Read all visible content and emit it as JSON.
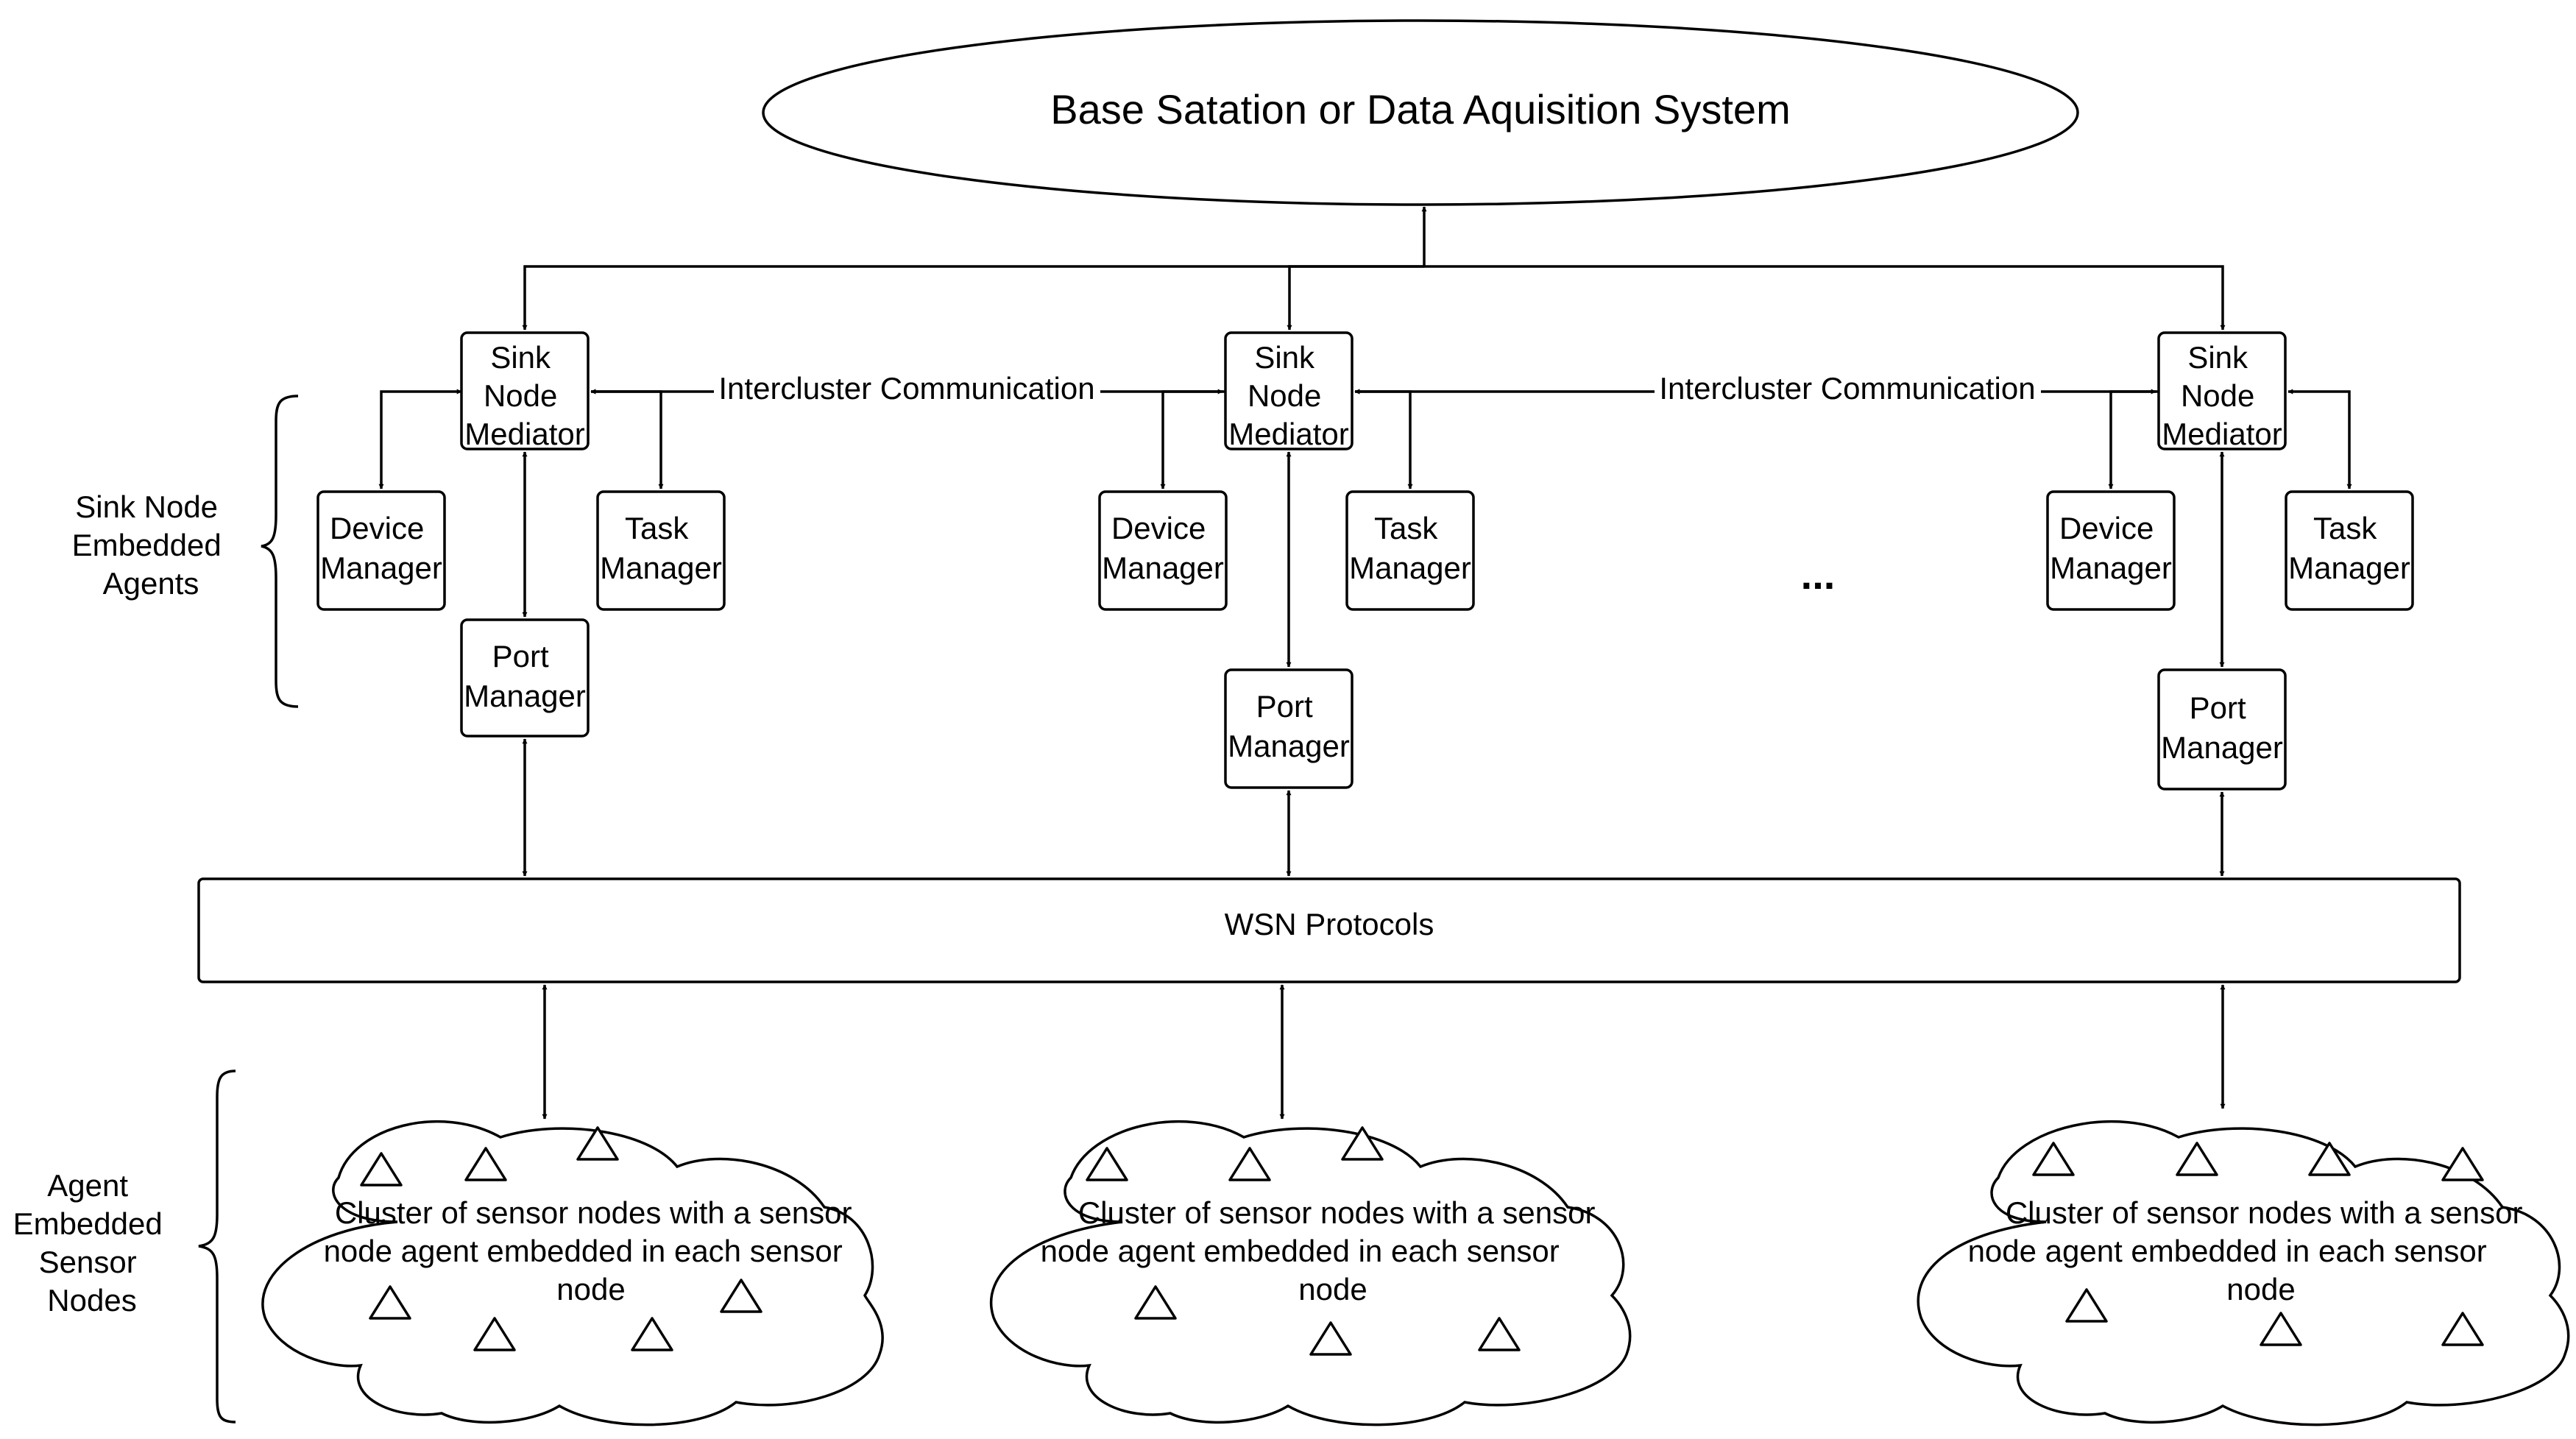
{
  "base_station": {
    "label": "Base Satation or Data Aquisition System"
  },
  "clusters": [
    {
      "sink": [
        "Sink",
        "Node",
        "Mediator"
      ],
      "device": [
        "Device",
        "Manager"
      ],
      "task": [
        "Task",
        "Manager"
      ],
      "port": [
        "Port",
        "Manager"
      ]
    },
    {
      "sink": [
        "Sink",
        "Node",
        "Mediator"
      ],
      "device": [
        "Device",
        "Manager"
      ],
      "task": [
        "Task",
        "Manager"
      ],
      "port": [
        "Port",
        "Manager"
      ]
    },
    {
      "sink": [
        "Sink",
        "Node",
        "Mediator"
      ],
      "device": [
        "Device",
        "Manager"
      ],
      "task": [
        "Task",
        "Manager"
      ],
      "port": [
        "Port",
        "Manager"
      ]
    }
  ],
  "intercluster": [
    "Intercluster Communication",
    "Intercluster Communication"
  ],
  "ellipsis": "...",
  "protocol_bar": {
    "label": "WSN Protocols"
  },
  "sensor_clouds": [
    [
      "Cluster of sensor nodes with a sensor",
      "node agent embedded in each sensor",
      "node"
    ],
    [
      "Cluster of sensor nodes with a sensor",
      "node agent embedded in each sensor",
      "node"
    ],
    [
      "Cluster of sensor nodes with a sensor",
      "node agent embedded in each sensor",
      "node"
    ]
  ],
  "side_labels": {
    "sink_agents": [
      "Sink Node",
      "Embedded",
      "Agents"
    ],
    "sensor_agents": [
      "Agent",
      "Embedded",
      "Sensor",
      "Nodes"
    ]
  },
  "colors": {
    "stroke": "#000000",
    "fill": "#ffffff",
    "text": "#000000"
  },
  "icons": {
    "sensor_node": "triangle-icon"
  }
}
